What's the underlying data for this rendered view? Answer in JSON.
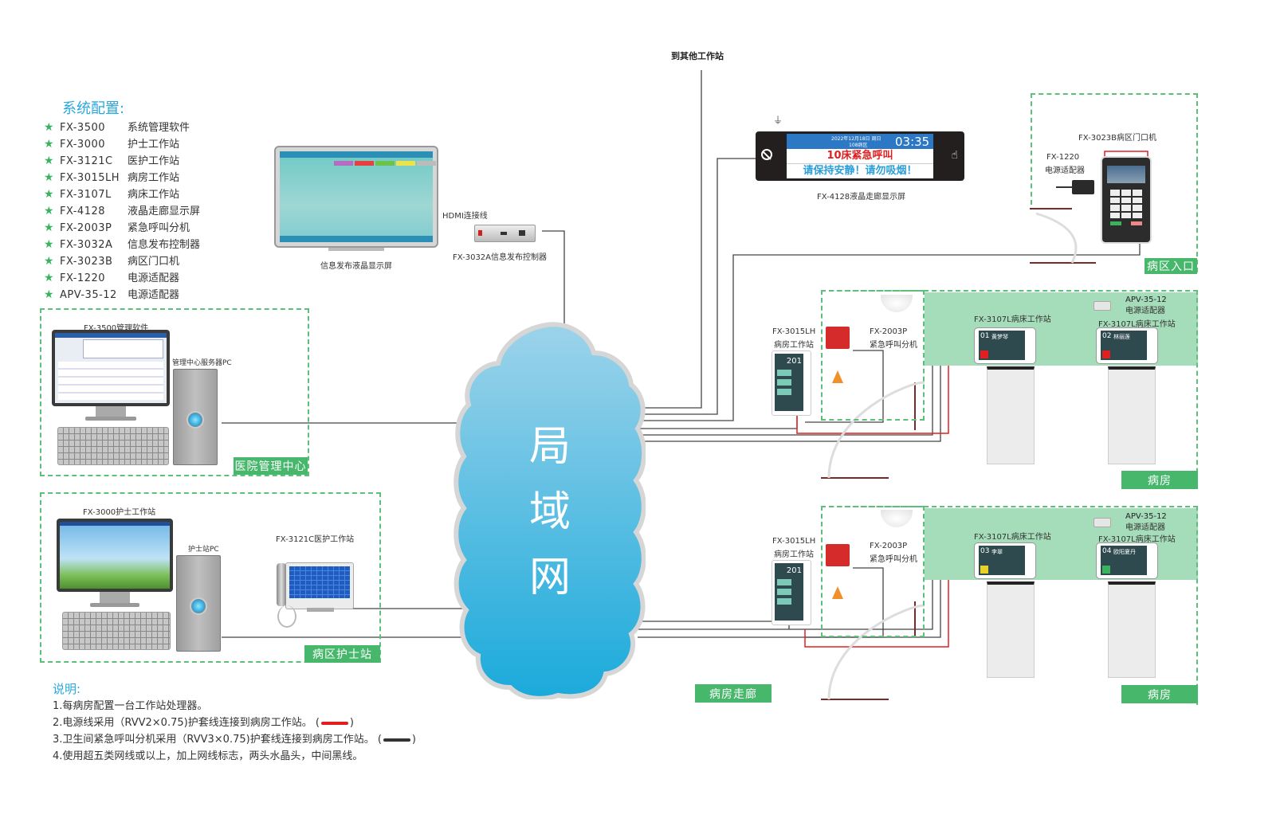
{
  "config": {
    "title": "系统配置:",
    "items": [
      {
        "model": "FX-3500",
        "desc": "系统管理软件"
      },
      {
        "model": "FX-3000",
        "desc": "护士工作站"
      },
      {
        "model": "FX-3121C",
        "desc": "医护工作站"
      },
      {
        "model": "FX-3015LH",
        "desc": "病房工作站"
      },
      {
        "model": "FX-3107L",
        "desc": "病床工作站"
      },
      {
        "model": "FX-4128",
        "desc": "液晶走廊显示屏"
      },
      {
        "model": "FX-2003P",
        "desc": "紧急呼叫分机"
      },
      {
        "model": "FX-3032A",
        "desc": "信息发布控制器"
      },
      {
        "model": "FX-3023B",
        "desc": "病区门口机"
      },
      {
        "model": "FX-1220",
        "desc": "电源适配器"
      },
      {
        "model": "APV-35-12",
        "desc": "电源适配器"
      }
    ]
  },
  "notes": {
    "title": "说明:",
    "items": [
      "1.每病房配置一台工作站处理器。",
      "2.电源线采用（RVV2×0.75)护套线连接到病房工作站。",
      "3.卫生间紧急呼叫分机采用（RVV3×0.75)护套线连接到病房工作站。",
      "4.使用超五类网线或以上，加上网线标志，两头水晶头，中间黑线。"
    ]
  },
  "cloud": {
    "chars": [
      "局",
      "域",
      "网"
    ]
  },
  "top_link": "到其他工作站",
  "corridor_display": {
    "label": "FX-4128液晶走廊显示屏",
    "date": "2022年12月18日  周日",
    "ward": "108病区",
    "time": "03:35",
    "alert": "10床紧急呼叫",
    "message": "请保持安静！请勿吸烟！"
  },
  "info_display": {
    "label": "信息发布液晶显示屏",
    "cable": "HDMI连接线",
    "controller": "FX-3032A信息发布控制器"
  },
  "mgmt": {
    "software": "FX-3500管理软件",
    "server": "管理中心服务器PC",
    "zone": "医院管理中心"
  },
  "nurse": {
    "station": "FX-3000护士工作站",
    "pc": "护士站PC",
    "medical": "FX-3121C医护工作站",
    "zone": "病区护士站"
  },
  "entrance": {
    "door": "FX-3023B病区门口机",
    "adapter_model": "FX-1220",
    "adapter_desc": "电源适配器",
    "zone": "病区入口"
  },
  "rooms": [
    {
      "room_station_model": "FX-3015LH",
      "room_station_desc": "病房工作站",
      "room_number": "201",
      "call_model": "FX-2003P",
      "call_desc": "紧急呼叫分机",
      "adapter_model": "APV-35-12",
      "adapter_desc": "电源适配器",
      "beds": [
        {
          "label": "FX-3107L病床工作站",
          "num": "01",
          "name": "黄梦琴"
        },
        {
          "label": "FX-3107L病床工作站",
          "num": "02",
          "name": "林丽莲"
        }
      ],
      "zone": "病房"
    },
    {
      "room_station_model": "FX-3015LH",
      "room_station_desc": "病房工作站",
      "room_number": "201",
      "call_model": "FX-2003P",
      "call_desc": "紧急呼叫分机",
      "adapter_model": "APV-35-12",
      "adapter_desc": "电源适配器",
      "beds": [
        {
          "label": "FX-3107L病床工作站",
          "num": "03",
          "name": "李翠"
        },
        {
          "label": "FX-3107L病床工作站",
          "num": "04",
          "name": "欧阳夏丹"
        }
      ],
      "zone": "病房"
    }
  ],
  "corridor_zone": "病房走廊",
  "colors": {
    "accent_blue": "#29a8e0",
    "zone_green": "#46b76b",
    "power_wire": "#e02020",
    "signal_wire": "#333333"
  }
}
